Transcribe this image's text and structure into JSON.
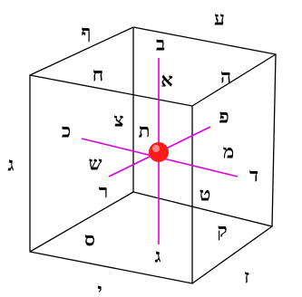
{
  "diagram": {
    "axis_color": "#e000e0",
    "center_point_color": "#ff1a1a",
    "letters": {
      "top_front_right_corner": "ע",
      "top_back_left_corner": "ף",
      "bottom_left_corner": "ג",
      "bottom_front_right_corner": "ז",
      "bottom_front_left_corner": "י",
      "top_face_center": "ב",
      "top_axis_end": "א",
      "upper_left_edge": "ח",
      "upper_right_edge": "ה",
      "left_face": "כ",
      "center_left": "צ",
      "center_upper": "ת",
      "right_face_upper": "פ",
      "right_face_middle": "מ",
      "right_face_end": "ד",
      "front_left_lower": "ש",
      "front_left_low": "ר",
      "lower_middle": "ט",
      "bottom_left": "ס",
      "bottom_right": "ק",
      "bottom_center": "ג"
    }
  }
}
